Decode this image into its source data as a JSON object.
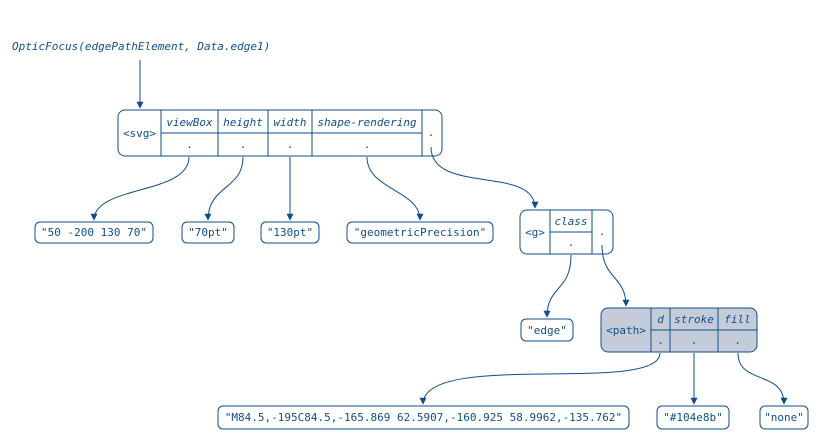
{
  "focus_label": "OpticFocus(edgePathElement, Data.edge1)",
  "svg_node": {
    "tag": "<svg>",
    "fields": [
      "viewBox",
      "height",
      "width",
      "shape-rendering"
    ],
    "ports": [
      ".",
      ".",
      ".",
      "."
    ],
    "extra_port": "."
  },
  "g_node": {
    "tag": "<g>",
    "fields": [
      "class"
    ],
    "ports": [
      "."
    ],
    "extra_port": "."
  },
  "path_node": {
    "tag": "<path>",
    "fields": [
      "d",
      "stroke",
      "fill"
    ],
    "ports": [
      ".",
      ".",
      "."
    ],
    "highlight_color": "#c4ccd9"
  },
  "values": {
    "viewBox": "\"50 -200 130 70\"",
    "height": "\"70pt\"",
    "width": "\"130pt\"",
    "shape_rendering": "\"geometricPrecision\"",
    "class": "\"edge\"",
    "d": "\"M84.5,-195C84.5,-165.869 62.5907,-160.925 58.9962,-135.762\"",
    "stroke": "\"#104e8b\"",
    "fill": "\"none\""
  },
  "colors": {
    "ink": "#104e8b",
    "highlight": "#c4ccd9",
    "background": "#ffffff"
  }
}
